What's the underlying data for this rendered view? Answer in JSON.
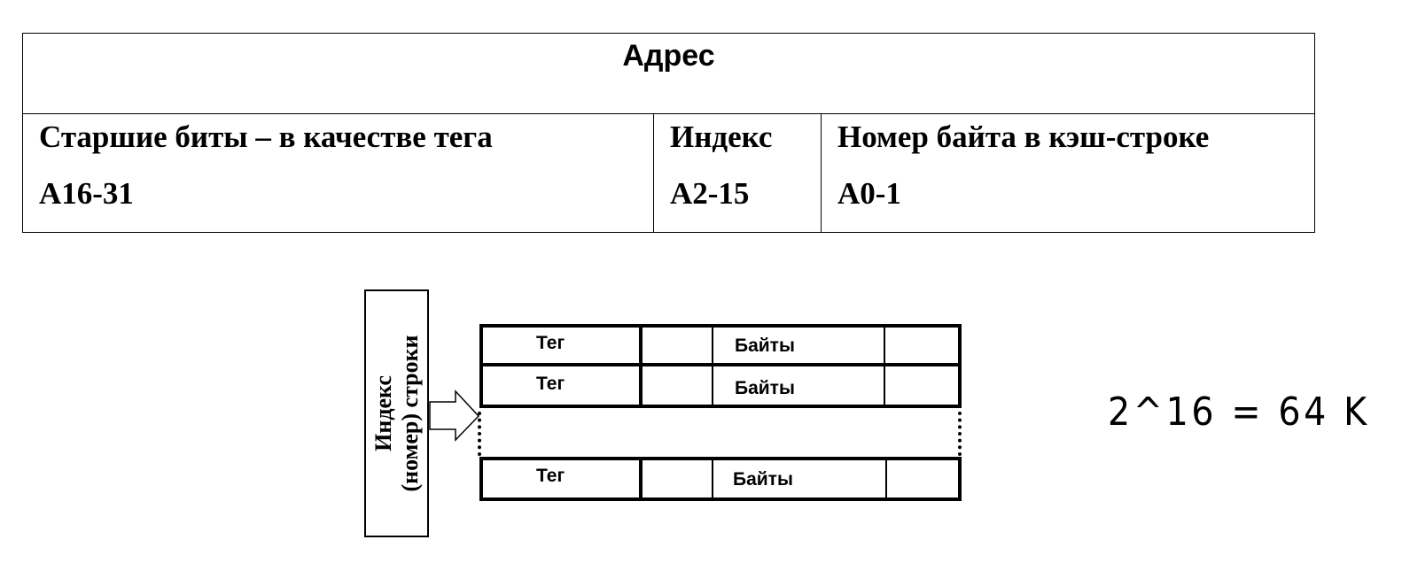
{
  "address_table": {
    "title": "Адрес",
    "columns": [
      {
        "label": "Старшие биты – в качестве тега",
        "bits": "A16-31"
      },
      {
        "label": "Индекс",
        "bits": "A2-15"
      },
      {
        "label": "Номер байта в кэш-строке",
        "bits": "A0-1"
      }
    ]
  },
  "cache_diagram": {
    "index_label_line1": "Индекс",
    "index_label_line2": "(номер) строки",
    "rows": [
      {
        "tag": "Тег",
        "bytes": "Байты"
      },
      {
        "tag": "Тег",
        "bytes": "Байты"
      },
      {
        "tag": "Тег",
        "bytes": "Байты"
      }
    ]
  },
  "handwritten_note": "2^16 = 64 K"
}
